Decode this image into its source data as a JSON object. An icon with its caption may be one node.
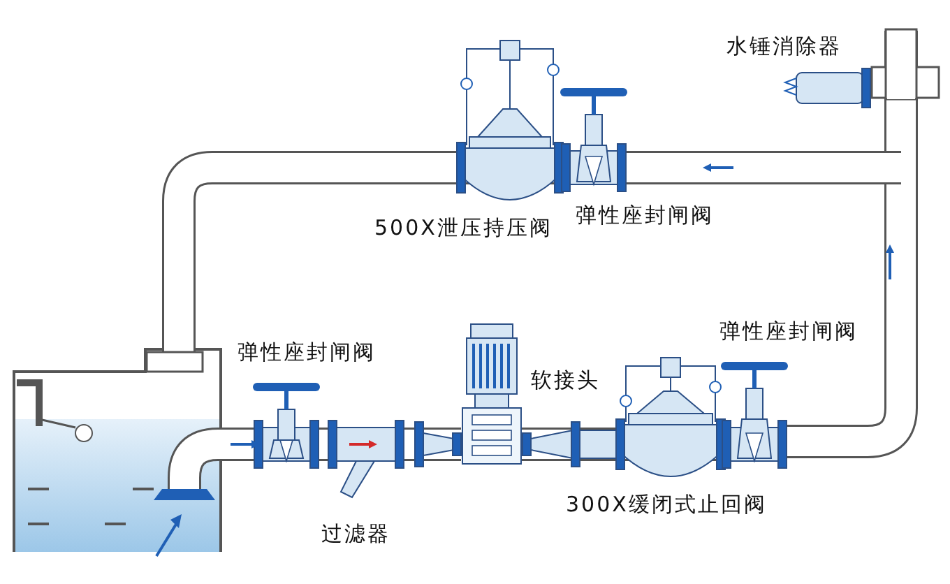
{
  "diagram": {
    "labels": [
      "水锤消除器",
      "弹性座封闸阀",
      "500X泄压持压阀",
      "弹性座封闸阀",
      "弹性座封闸阀",
      "软接头",
      "300X缓闭式止回阀",
      "过滤器"
    ]
  }
}
